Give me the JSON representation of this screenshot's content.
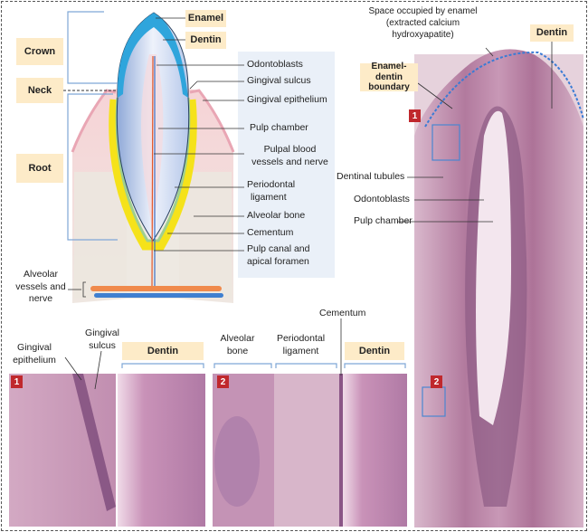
{
  "diagram": {
    "regions": {
      "crown": "Crown",
      "neck": "Neck",
      "root": "Root"
    },
    "tooth_labels": {
      "enamel": "Enamel",
      "dentin": "Dentin",
      "odontoblasts": "Odontoblasts",
      "gingival_sulcus": "Gingival sulcus",
      "gingival_epithelium": "Gingival epithelium",
      "pulp_chamber": "Pulp chamber",
      "pulpal_vessels_1": "Pulpal blood",
      "pulpal_vessels_2": "vessels and nerve",
      "periodontal_1": "Periodontal",
      "periodontal_2": "ligament",
      "alveolar_bone": "Alveolar bone",
      "cementum": "Cementum",
      "pulp_canal_1": "Pulp canal and",
      "pulp_canal_2": "apical foramen",
      "alveolar_vessels_1": "Alveolar",
      "alveolar_vessels_2": "vessels and",
      "alveolar_vessels_3": "nerve"
    }
  },
  "histology_tooth": {
    "space_enamel_1": "Space occupied by enamel",
    "space_enamel_2": "(extracted calcium",
    "space_enamel_3": "hydroxyapatite)",
    "dentin": "Dentin",
    "enamel_dentin_1": "Enamel-dentin",
    "enamel_dentin_2": "boundary",
    "dentinal_tubules": "Dentinal tubules",
    "odontoblasts": "Odontoblasts",
    "pulp_chamber": "Pulp chamber",
    "marker_1": "1",
    "marker_2": "2"
  },
  "panel_1": {
    "marker": "1",
    "gingival_epithelium_1": "Gingival",
    "gingival_epithelium_2": "epithelium",
    "gingival_sulcus_1": "Gingival",
    "gingival_sulcus_2": "sulcus",
    "dentin": "Dentin"
  },
  "panel_2": {
    "marker": "2",
    "alveolar_bone_1": "Alveolar",
    "alveolar_bone_2": "bone",
    "periodontal_1": "Periodontal",
    "periodontal_2": "ligament",
    "cementum": "Cementum",
    "dentin": "Dentin"
  }
}
